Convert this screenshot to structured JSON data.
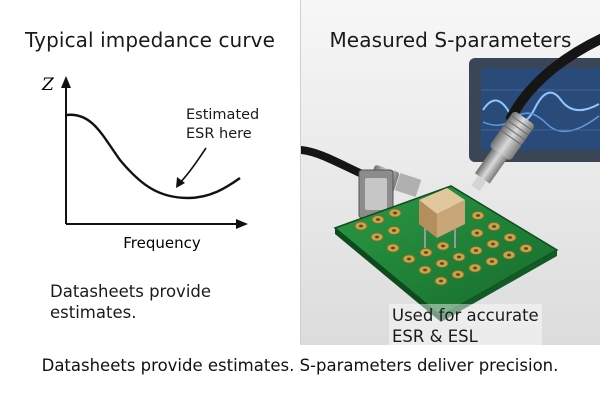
{
  "left": {
    "title": "Typical impedance curve",
    "y_axis_label": "Z",
    "x_axis_label": "Frequency",
    "callout_line1": "Estimated",
    "callout_line2": "ESR here",
    "note_line1": "Datasheets provide",
    "note_line2": "estimates."
  },
  "right": {
    "title": "Measured S-parameters",
    "note_line1": "Used for accurate",
    "note_line2": "ESR & ESL"
  },
  "footer": "Datasheets provide estimates. S-parameters deliver precision.",
  "colors": {
    "pcb_green": "#1f8a3a",
    "pad_gold": "#c9a24a",
    "connector_steel": "#9a9a9a",
    "capacitor_tan": "#c8a678",
    "scope_blue": "#2a4a7a"
  },
  "icons": [
    "arrow-icon",
    "vna-instrument-icon",
    "coax-cable-icon",
    "sma-connector-icon",
    "capacitor-icon",
    "test-pcb-icon"
  ]
}
